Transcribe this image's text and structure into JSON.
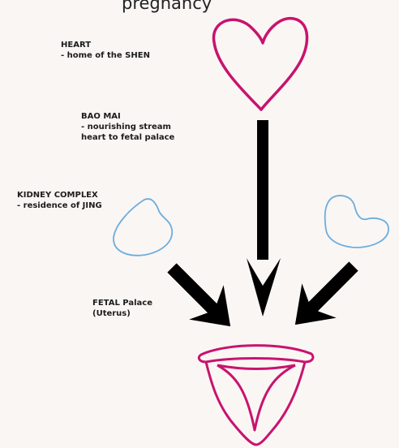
{
  "top_text": "pregnancy",
  "labels": {
    "heart": {
      "title": "HEART",
      "line1": "- home of the SHEN"
    },
    "bao_mai": {
      "title": "BAO MAI",
      "line1": "- nourishing stream",
      "line2": "heart to fetal palace"
    },
    "kidney": {
      "title": "KIDNEY COMPLEX",
      "line1": "- residence of JING"
    },
    "fetal": {
      "title": "FETAL Palace",
      "line1": "(Uterus)"
    }
  },
  "colors": {
    "heart": "#c8136e",
    "uterus": "#c8136e",
    "kidney": "#6aaedf",
    "arrow": "#000000",
    "background": "#faf6f4"
  }
}
